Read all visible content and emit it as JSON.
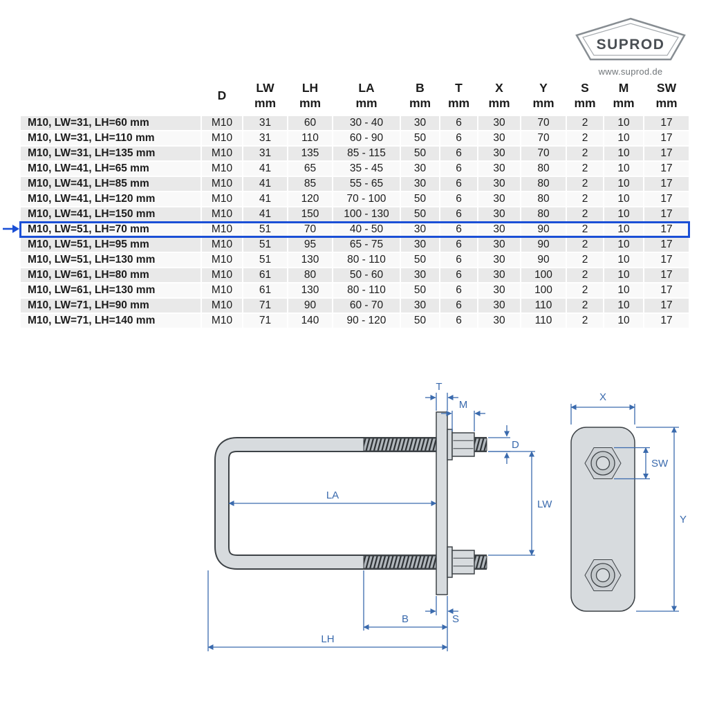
{
  "logo": {
    "name": "SUPROD",
    "url": "www.suprod.de"
  },
  "table": {
    "columns": [
      {
        "label": "",
        "unit": ""
      },
      {
        "label": "D",
        "unit": ""
      },
      {
        "label": "LW",
        "unit": "mm"
      },
      {
        "label": "LH",
        "unit": "mm"
      },
      {
        "label": "LA",
        "unit": "mm"
      },
      {
        "label": "B",
        "unit": "mm"
      },
      {
        "label": "T",
        "unit": "mm"
      },
      {
        "label": "X",
        "unit": "mm"
      },
      {
        "label": "Y",
        "unit": "mm"
      },
      {
        "label": "S",
        "unit": "mm"
      },
      {
        "label": "M",
        "unit": "mm"
      },
      {
        "label": "SW",
        "unit": "mm"
      }
    ],
    "highlighted_row": 7,
    "highlight_color": "#1a4fd6",
    "rows": [
      {
        "name": "M10, LW=31, LH=60 mm",
        "values": [
          "M10",
          "31",
          "60",
          "30 - 40",
          "30",
          "6",
          "30",
          "70",
          "2",
          "10",
          "17"
        ]
      },
      {
        "name": "M10, LW=31, LH=110 mm",
        "values": [
          "M10",
          "31",
          "110",
          "60 - 90",
          "50",
          "6",
          "30",
          "70",
          "2",
          "10",
          "17"
        ]
      },
      {
        "name": "M10, LW=31, LH=135 mm",
        "values": [
          "M10",
          "31",
          "135",
          "85 - 115",
          "50",
          "6",
          "30",
          "70",
          "2",
          "10",
          "17"
        ]
      },
      {
        "name": "M10, LW=41, LH=65 mm",
        "values": [
          "M10",
          "41",
          "65",
          "35 - 45",
          "30",
          "6",
          "30",
          "80",
          "2",
          "10",
          "17"
        ]
      },
      {
        "name": "M10, LW=41, LH=85 mm",
        "values": [
          "M10",
          "41",
          "85",
          "55 - 65",
          "30",
          "6",
          "30",
          "80",
          "2",
          "10",
          "17"
        ]
      },
      {
        "name": "M10, LW=41, LH=120 mm",
        "values": [
          "M10",
          "41",
          "120",
          "70 - 100",
          "50",
          "6",
          "30",
          "80",
          "2",
          "10",
          "17"
        ]
      },
      {
        "name": "M10, LW=41, LH=150 mm",
        "values": [
          "M10",
          "41",
          "150",
          "100 - 130",
          "50",
          "6",
          "30",
          "80",
          "2",
          "10",
          "17"
        ]
      },
      {
        "name": "M10, LW=51, LH=70 mm",
        "values": [
          "M10",
          "51",
          "70",
          "40 - 50",
          "30",
          "6",
          "30",
          "90",
          "2",
          "10",
          "17"
        ]
      },
      {
        "name": "M10, LW=51, LH=95 mm",
        "values": [
          "M10",
          "51",
          "95",
          "65 - 75",
          "30",
          "6",
          "30",
          "90",
          "2",
          "10",
          "17"
        ]
      },
      {
        "name": "M10, LW=51, LH=130 mm",
        "values": [
          "M10",
          "51",
          "130",
          "80 - 110",
          "50",
          "6",
          "30",
          "90",
          "2",
          "10",
          "17"
        ]
      },
      {
        "name": "M10, LW=61, LH=80 mm",
        "values": [
          "M10",
          "61",
          "80",
          "50 - 60",
          "30",
          "6",
          "30",
          "100",
          "2",
          "10",
          "17"
        ]
      },
      {
        "name": "M10, LW=61, LH=130 mm",
        "values": [
          "M10",
          "61",
          "130",
          "80 - 110",
          "50",
          "6",
          "30",
          "100",
          "2",
          "10",
          "17"
        ]
      },
      {
        "name": "M10, LW=71, LH=90 mm",
        "values": [
          "M10",
          "71",
          "90",
          "60 - 70",
          "30",
          "6",
          "30",
          "110",
          "2",
          "10",
          "17"
        ]
      },
      {
        "name": "M10, LW=71, LH=140 mm",
        "values": [
          "M10",
          "71",
          "140",
          "90 - 120",
          "50",
          "6",
          "30",
          "110",
          "2",
          "10",
          "17"
        ]
      }
    ]
  },
  "drawing": {
    "dimension_color": "#3a6aad",
    "front_view": {
      "labels": {
        "T": "T",
        "M": "M",
        "D": "D",
        "LW": "LW",
        "LA": "LA",
        "B": "B",
        "S": "S",
        "LH": "LH"
      }
    },
    "plate_view": {
      "labels": {
        "X": "X",
        "SW": "SW",
        "Y": "Y"
      }
    }
  }
}
